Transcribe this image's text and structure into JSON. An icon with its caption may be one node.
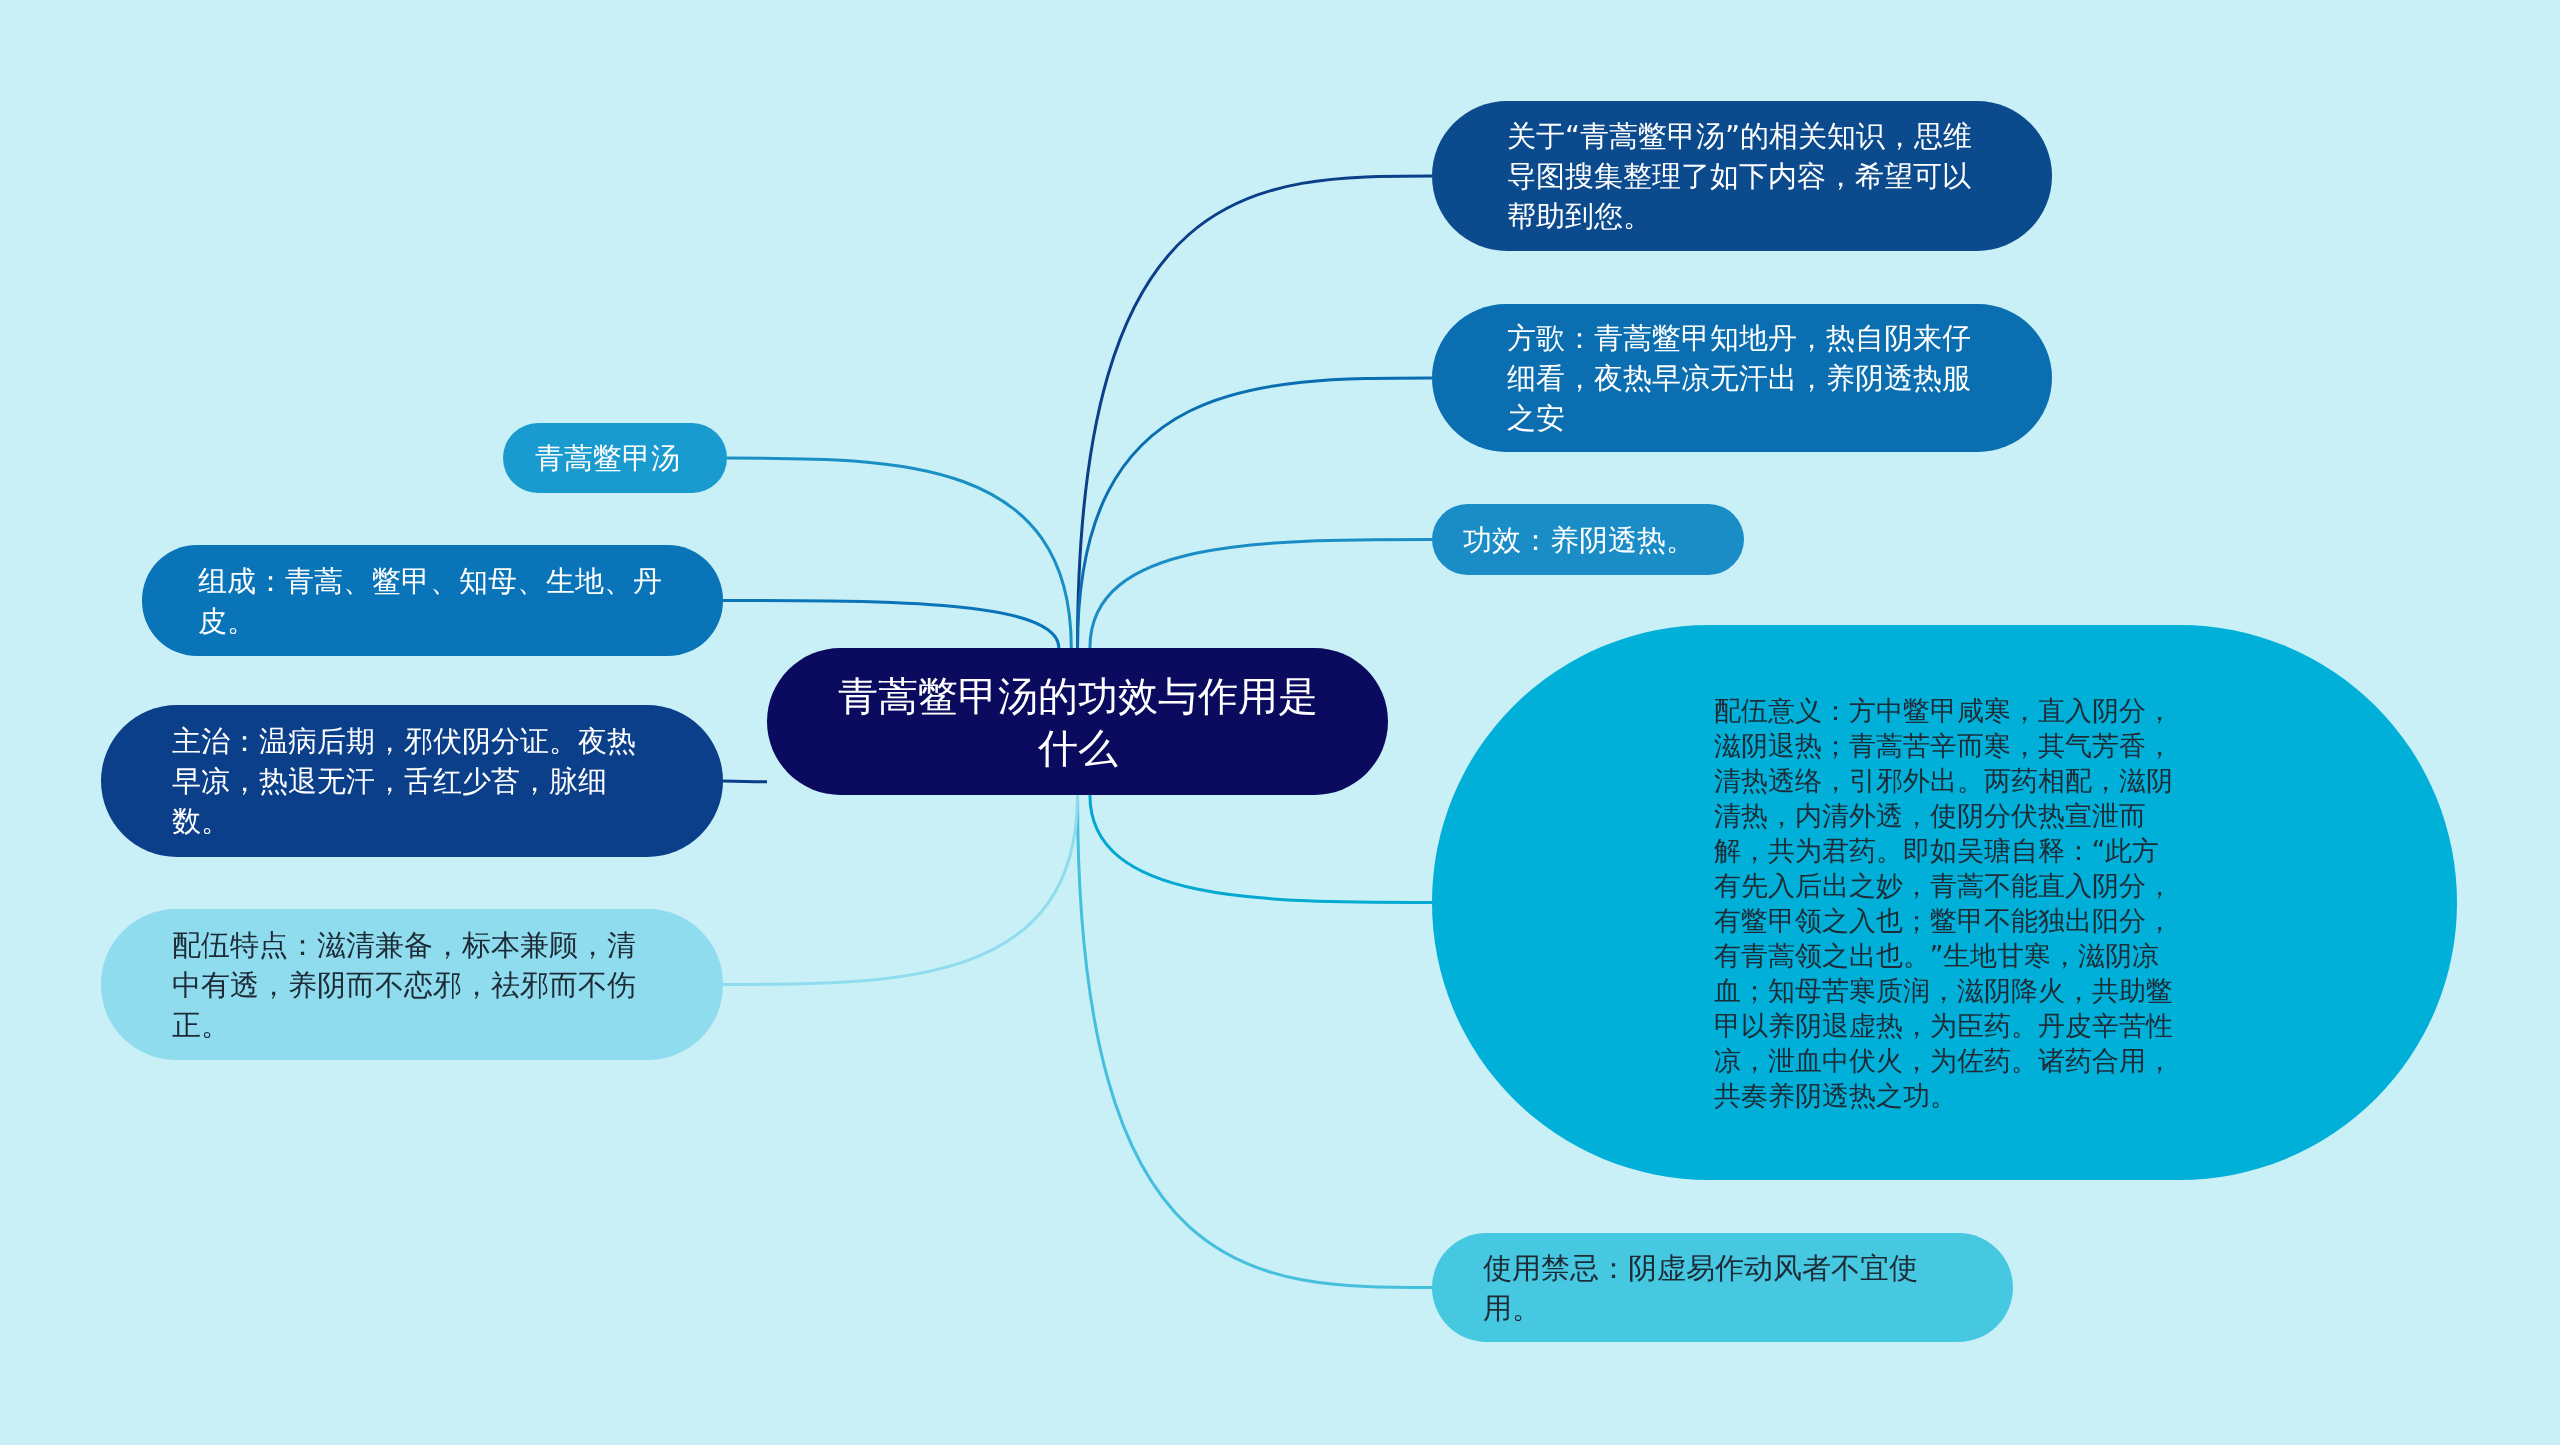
{
  "diagram": {
    "nodes": [
      {
        "text": [
          "青蒿鳖甲汤的功效与作用是什么"
        ]
      },
      {
        "text": [
          "关于“青蒿鳖甲汤”的相关知识，思维导图搜集整理了如下内容，希望可以帮助到您。"
        ]
      },
      {
        "text": [
          "方歌：青蒿鳖甲知地丹，热自阴来仔细看，夜热早凉无汗出，养阴透热服之安"
        ]
      },
      {
        "text": [
          "功效：养阴透热。"
        ]
      },
      {
        "text": [
          "配伍意义：方中鳖甲咸寒，直入阴分，滋阴退热；青蒿苦辛而寒，其气芳香，清热透络，引邪外出。两药相配，滋阴清热，内清外透，使阴分伏热宣泄而解，共为君药。即如吴瑭自释：“此方有先入后出之妙，青蒿不能直入阴分，有鳖甲领之入也；鳖甲不能独出阳分，有青蒿领之出也。”生地甘寒，滋阴凉血；知母苦寒质润，滋阴降火，共助鳖甲以养阴退虚热，为臣药。丹皮辛苦性凉，泄血中伏火，为佐药。诸药合用，共奏养阴透热之功。"
        ]
      },
      {
        "text": [
          "使用禁忌：阴虚易作动风者不宜使用。"
        ]
      },
      {
        "text": [
          "青蒿鳖甲汤"
        ]
      },
      {
        "text": [
          "组成：青蒿、鳖甲、知母、生地、丹皮。"
        ]
      },
      {
        "text": [
          "主治：温病后期，邪伏阴分证。夜热早凉，热退无汗，舌红少苔，脉细数。"
        ]
      },
      {
        "text": [
          "配伍特点：滋清兼备，标本兼顾，清中有透，养阴而不恋邪，祛邪而不伤正。"
        ]
      }
    ],
    "edges": [
      {
        "from": 0,
        "to": 1,
        "arrow": "none",
        "color": "#0b3f8a"
      },
      {
        "from": 0,
        "to": 2,
        "arrow": "none",
        "color": "#0a6eb0"
      },
      {
        "from": 0,
        "to": 3,
        "arrow": "none",
        "color": "#1a8cc6"
      },
      {
        "from": 0,
        "to": 4,
        "arrow": "none",
        "color": "#00a8d2"
      },
      {
        "from": 0,
        "to": 5,
        "arrow": "none",
        "color": "#45c0dc"
      },
      {
        "from": 0,
        "to": 6,
        "arrow": "none",
        "color": "#1a8fc4"
      },
      {
        "from": 0,
        "to": 7,
        "arrow": "none",
        "color": "#0a74b8"
      },
      {
        "from": 0,
        "to": 8,
        "arrow": "none",
        "color": "#0b3f8a"
      },
      {
        "from": 0,
        "to": 9,
        "arrow": "none",
        "color": "#8fdcee"
      }
    ]
  }
}
